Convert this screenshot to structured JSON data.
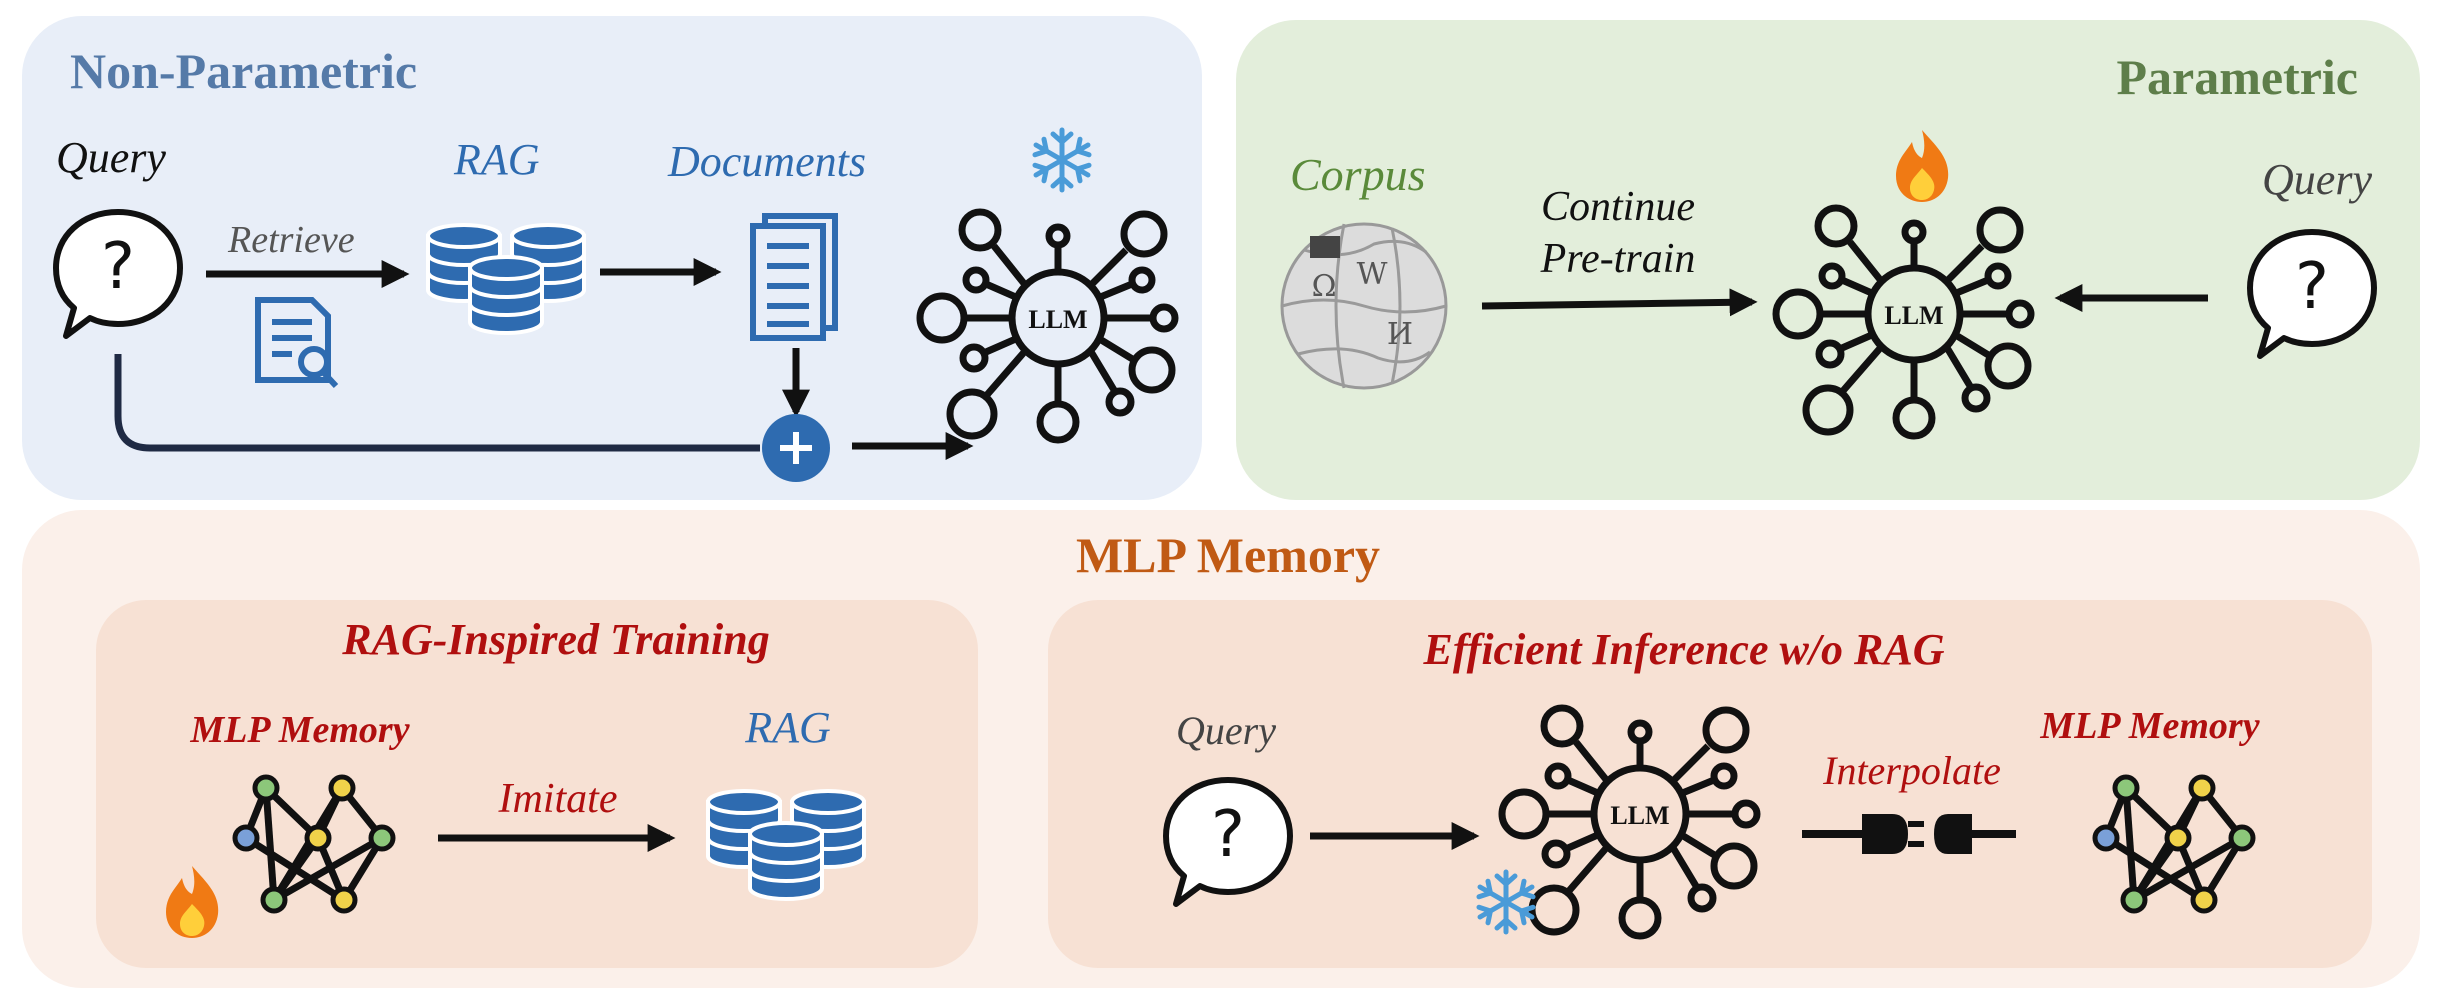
{
  "colors": {
    "nonparam_bg": "#e8eef8",
    "param_bg": "#e3eedb",
    "mlp_bg": "#fbf0ea",
    "sub_bg": "#f7e1d4",
    "blue": "#2e6bb0",
    "dark_navy": "#1f2a44",
    "green": "#5a8a3a",
    "orange": "#c05a14",
    "red": "#b00f0f"
  },
  "nonparametric": {
    "title": "Non-Parametric",
    "query_label": "Query",
    "retrieve_label": "Retrieve",
    "rag_label": "RAG",
    "documents_label": "Documents",
    "llm_label": "LLM"
  },
  "parametric": {
    "title": "Parametric",
    "corpus_label": "Corpus",
    "continue_line1": "Continue",
    "continue_line2": "Pre-train",
    "query_label": "Query",
    "llm_label": "LLM"
  },
  "mlp_section": {
    "title": "MLP Memory",
    "training": {
      "title": "RAG-Inspired Training",
      "mlp_label": "MLP Memory",
      "imitate_label": "Imitate",
      "rag_label": "RAG"
    },
    "inference": {
      "title": "Efficient Inference w/o RAG",
      "query_label": "Query",
      "interpolate_label": "Interpolate",
      "mlp_label": "MLP Memory",
      "llm_label": "LLM"
    }
  }
}
